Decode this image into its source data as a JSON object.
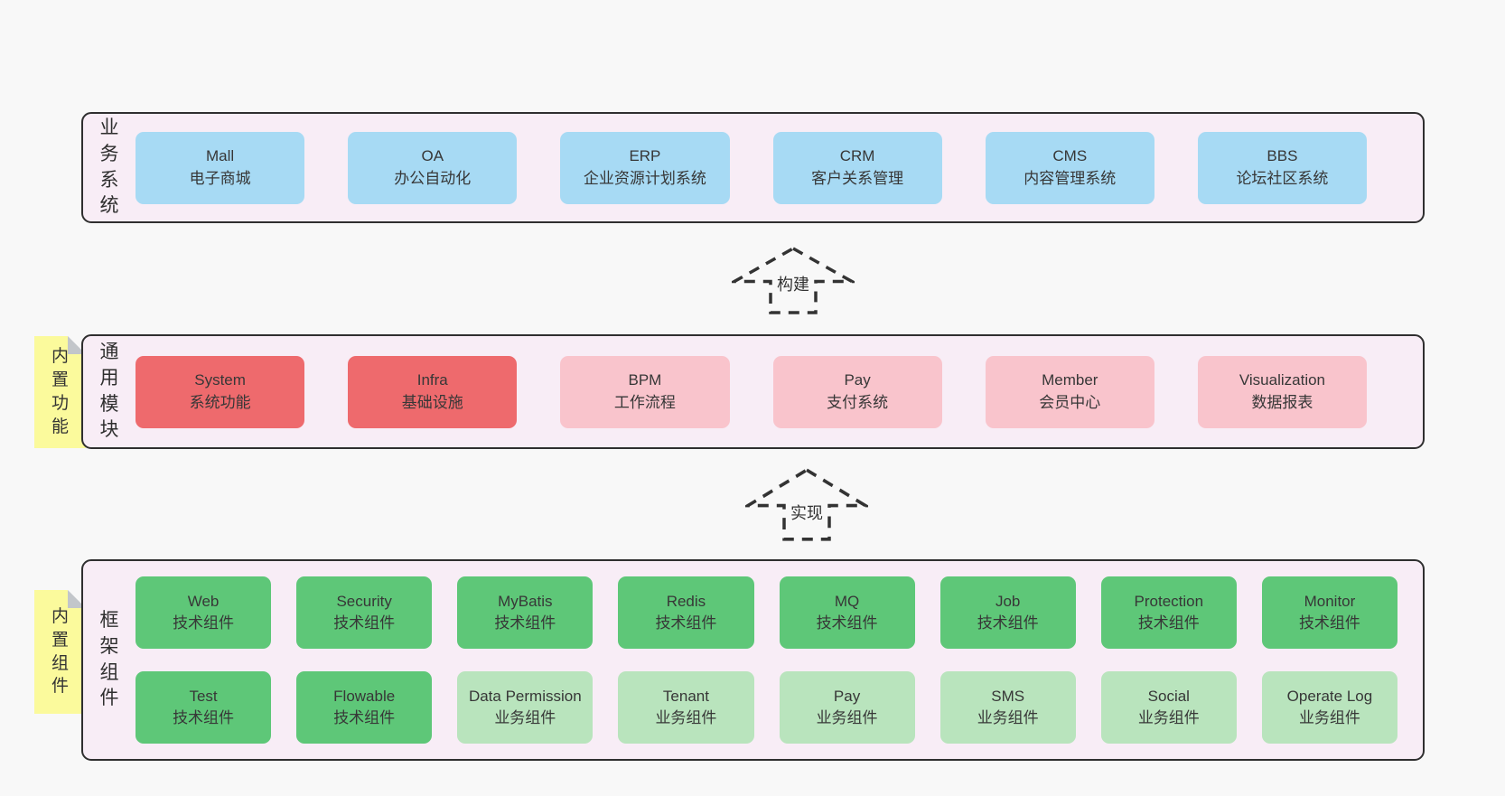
{
  "colors": {
    "page_bg": "#f8f8f8",
    "layer_bg": "#f8edf6",
    "layer_border": "#2f2f2f",
    "blue_box": "#a7daf4",
    "red_box": "#ee6a6d",
    "pink_box": "#f9c4cc",
    "green_box": "#5ec778",
    "light_green_box": "#b9e4bd",
    "note_yellow": "#fbfa9c",
    "text": "#373737"
  },
  "arrows": [
    {
      "label": "构建"
    },
    {
      "label": "实现"
    }
  ],
  "layers": [
    {
      "label": "业务系统",
      "boxes": [
        {
          "name": "Mall",
          "desc": "电子商城"
        },
        {
          "name": "OA",
          "desc": "办公自动化"
        },
        {
          "name": "ERP",
          "desc": "企业资源计划系统"
        },
        {
          "name": "CRM",
          "desc": "客户关系管理"
        },
        {
          "name": "CMS",
          "desc": "内容管理系统"
        },
        {
          "name": "BBS",
          "desc": "论坛社区系统"
        }
      ]
    },
    {
      "label": "通用模块",
      "note": "内置功能",
      "boxes": [
        {
          "name": "System",
          "desc": "系统功能"
        },
        {
          "name": "Infra",
          "desc": "基础设施"
        },
        {
          "name": "BPM",
          "desc": "工作流程"
        },
        {
          "name": "Pay",
          "desc": "支付系统"
        },
        {
          "name": "Member",
          "desc": "会员中心"
        },
        {
          "name": "Visualization",
          "desc": "数据报表"
        }
      ]
    },
    {
      "label": "框架组件",
      "note": "内置组件",
      "rows": [
        [
          {
            "name": "Web",
            "desc": "技术组件"
          },
          {
            "name": "Security",
            "desc": "技术组件"
          },
          {
            "name": "MyBatis",
            "desc": "技术组件"
          },
          {
            "name": "Redis",
            "desc": "技术组件"
          },
          {
            "name": "MQ",
            "desc": "技术组件"
          },
          {
            "name": "Job",
            "desc": "技术组件"
          },
          {
            "name": "Protection",
            "desc": "技术组件"
          },
          {
            "name": "Monitor",
            "desc": "技术组件"
          }
        ],
        [
          {
            "name": "Test",
            "desc": "技术组件"
          },
          {
            "name": "Flowable",
            "desc": "技术组件"
          },
          {
            "name": "Data Permission",
            "desc": "业务组件"
          },
          {
            "name": "Tenant",
            "desc": "业务组件"
          },
          {
            "name": "Pay",
            "desc": "业务组件"
          },
          {
            "name": "SMS",
            "desc": "业务组件"
          },
          {
            "name": "Social",
            "desc": "业务组件"
          },
          {
            "name": "Operate Log",
            "desc": "业务组件"
          }
        ]
      ]
    }
  ]
}
